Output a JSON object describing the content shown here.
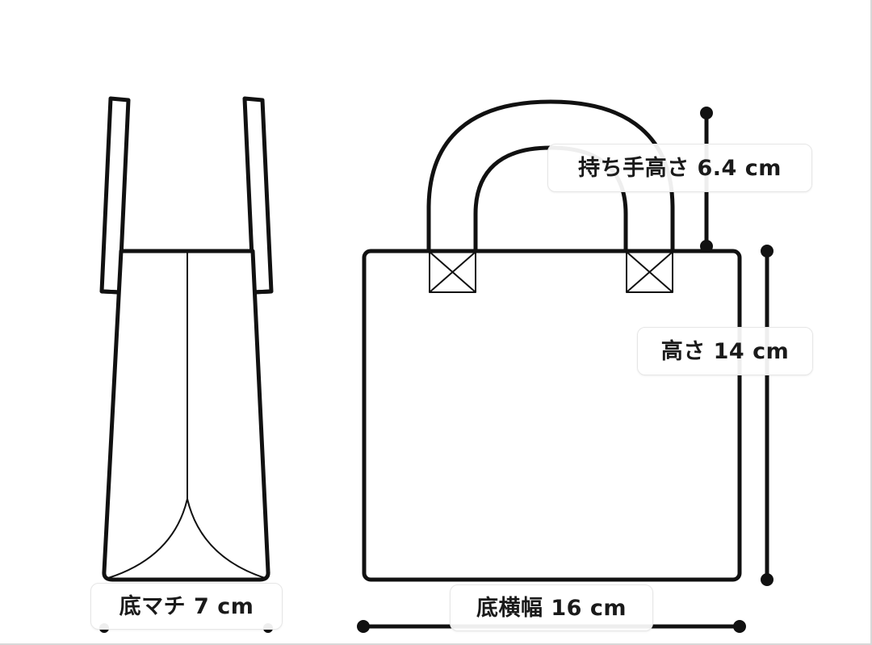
{
  "diagram": {
    "subject": "tote bag dimensions",
    "views": [
      "side-view",
      "front-view"
    ],
    "stroke_color": "#111111",
    "background_color": "#ffffff",
    "label_border_color": "#e6e6e6"
  },
  "labels": {
    "handle_height": {
      "text": "持ち手高さ 6.4 cm",
      "name": "持ち手高さ",
      "value": 6.4,
      "unit": "cm"
    },
    "height": {
      "text": "高さ 14 cm",
      "name": "高さ",
      "value": 14,
      "unit": "cm"
    },
    "bottom_gusset": {
      "text": "底マチ 7 cm",
      "name": "底マチ",
      "value": 7,
      "unit": "cm"
    },
    "bottom_width": {
      "text": "底横幅 16 cm",
      "name": "底横幅",
      "value": 16,
      "unit": "cm"
    }
  }
}
